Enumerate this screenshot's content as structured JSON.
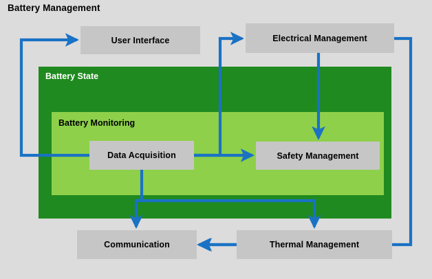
{
  "diagram": {
    "title": "Battery Management",
    "type": "block-diagram",
    "background_color": "#dcdcdc",
    "containers": [
      {
        "id": "battery-state",
        "label": "Battery State",
        "color": "#1f8a1f",
        "label_color": "#ffffff"
      },
      {
        "id": "battery-monitoring",
        "label": "Battery Monitoring",
        "color": "#8ed04a",
        "label_color": "#000000"
      }
    ],
    "nodes": [
      {
        "id": "user-interface",
        "label": "User Interface",
        "color": "#c6c6c6"
      },
      {
        "id": "electrical",
        "label": "Electrical Management",
        "color": "#c6c6c6"
      },
      {
        "id": "data-acquisition",
        "label": "Data Acquisition",
        "color": "#c6c6c6"
      },
      {
        "id": "safety",
        "label": "Safety Management",
        "color": "#c6c6c6"
      },
      {
        "id": "communication",
        "label": "Communication",
        "color": "#c6c6c6"
      },
      {
        "id": "thermal",
        "label": "Thermal Management",
        "color": "#c6c6c6"
      }
    ],
    "arrow_color": "#1a72c4",
    "connections": [
      {
        "from": "data-acquisition",
        "to": "user-interface"
      },
      {
        "from": "data-acquisition",
        "to": "electrical"
      },
      {
        "from": "data-acquisition",
        "to": "safety"
      },
      {
        "from": "data-acquisition",
        "to": "communication"
      },
      {
        "from": "data-acquisition",
        "to": "thermal"
      },
      {
        "from": "electrical",
        "to": "safety"
      },
      {
        "from": "electrical",
        "to": "thermal"
      },
      {
        "from": "thermal",
        "to": "communication"
      }
    ]
  }
}
